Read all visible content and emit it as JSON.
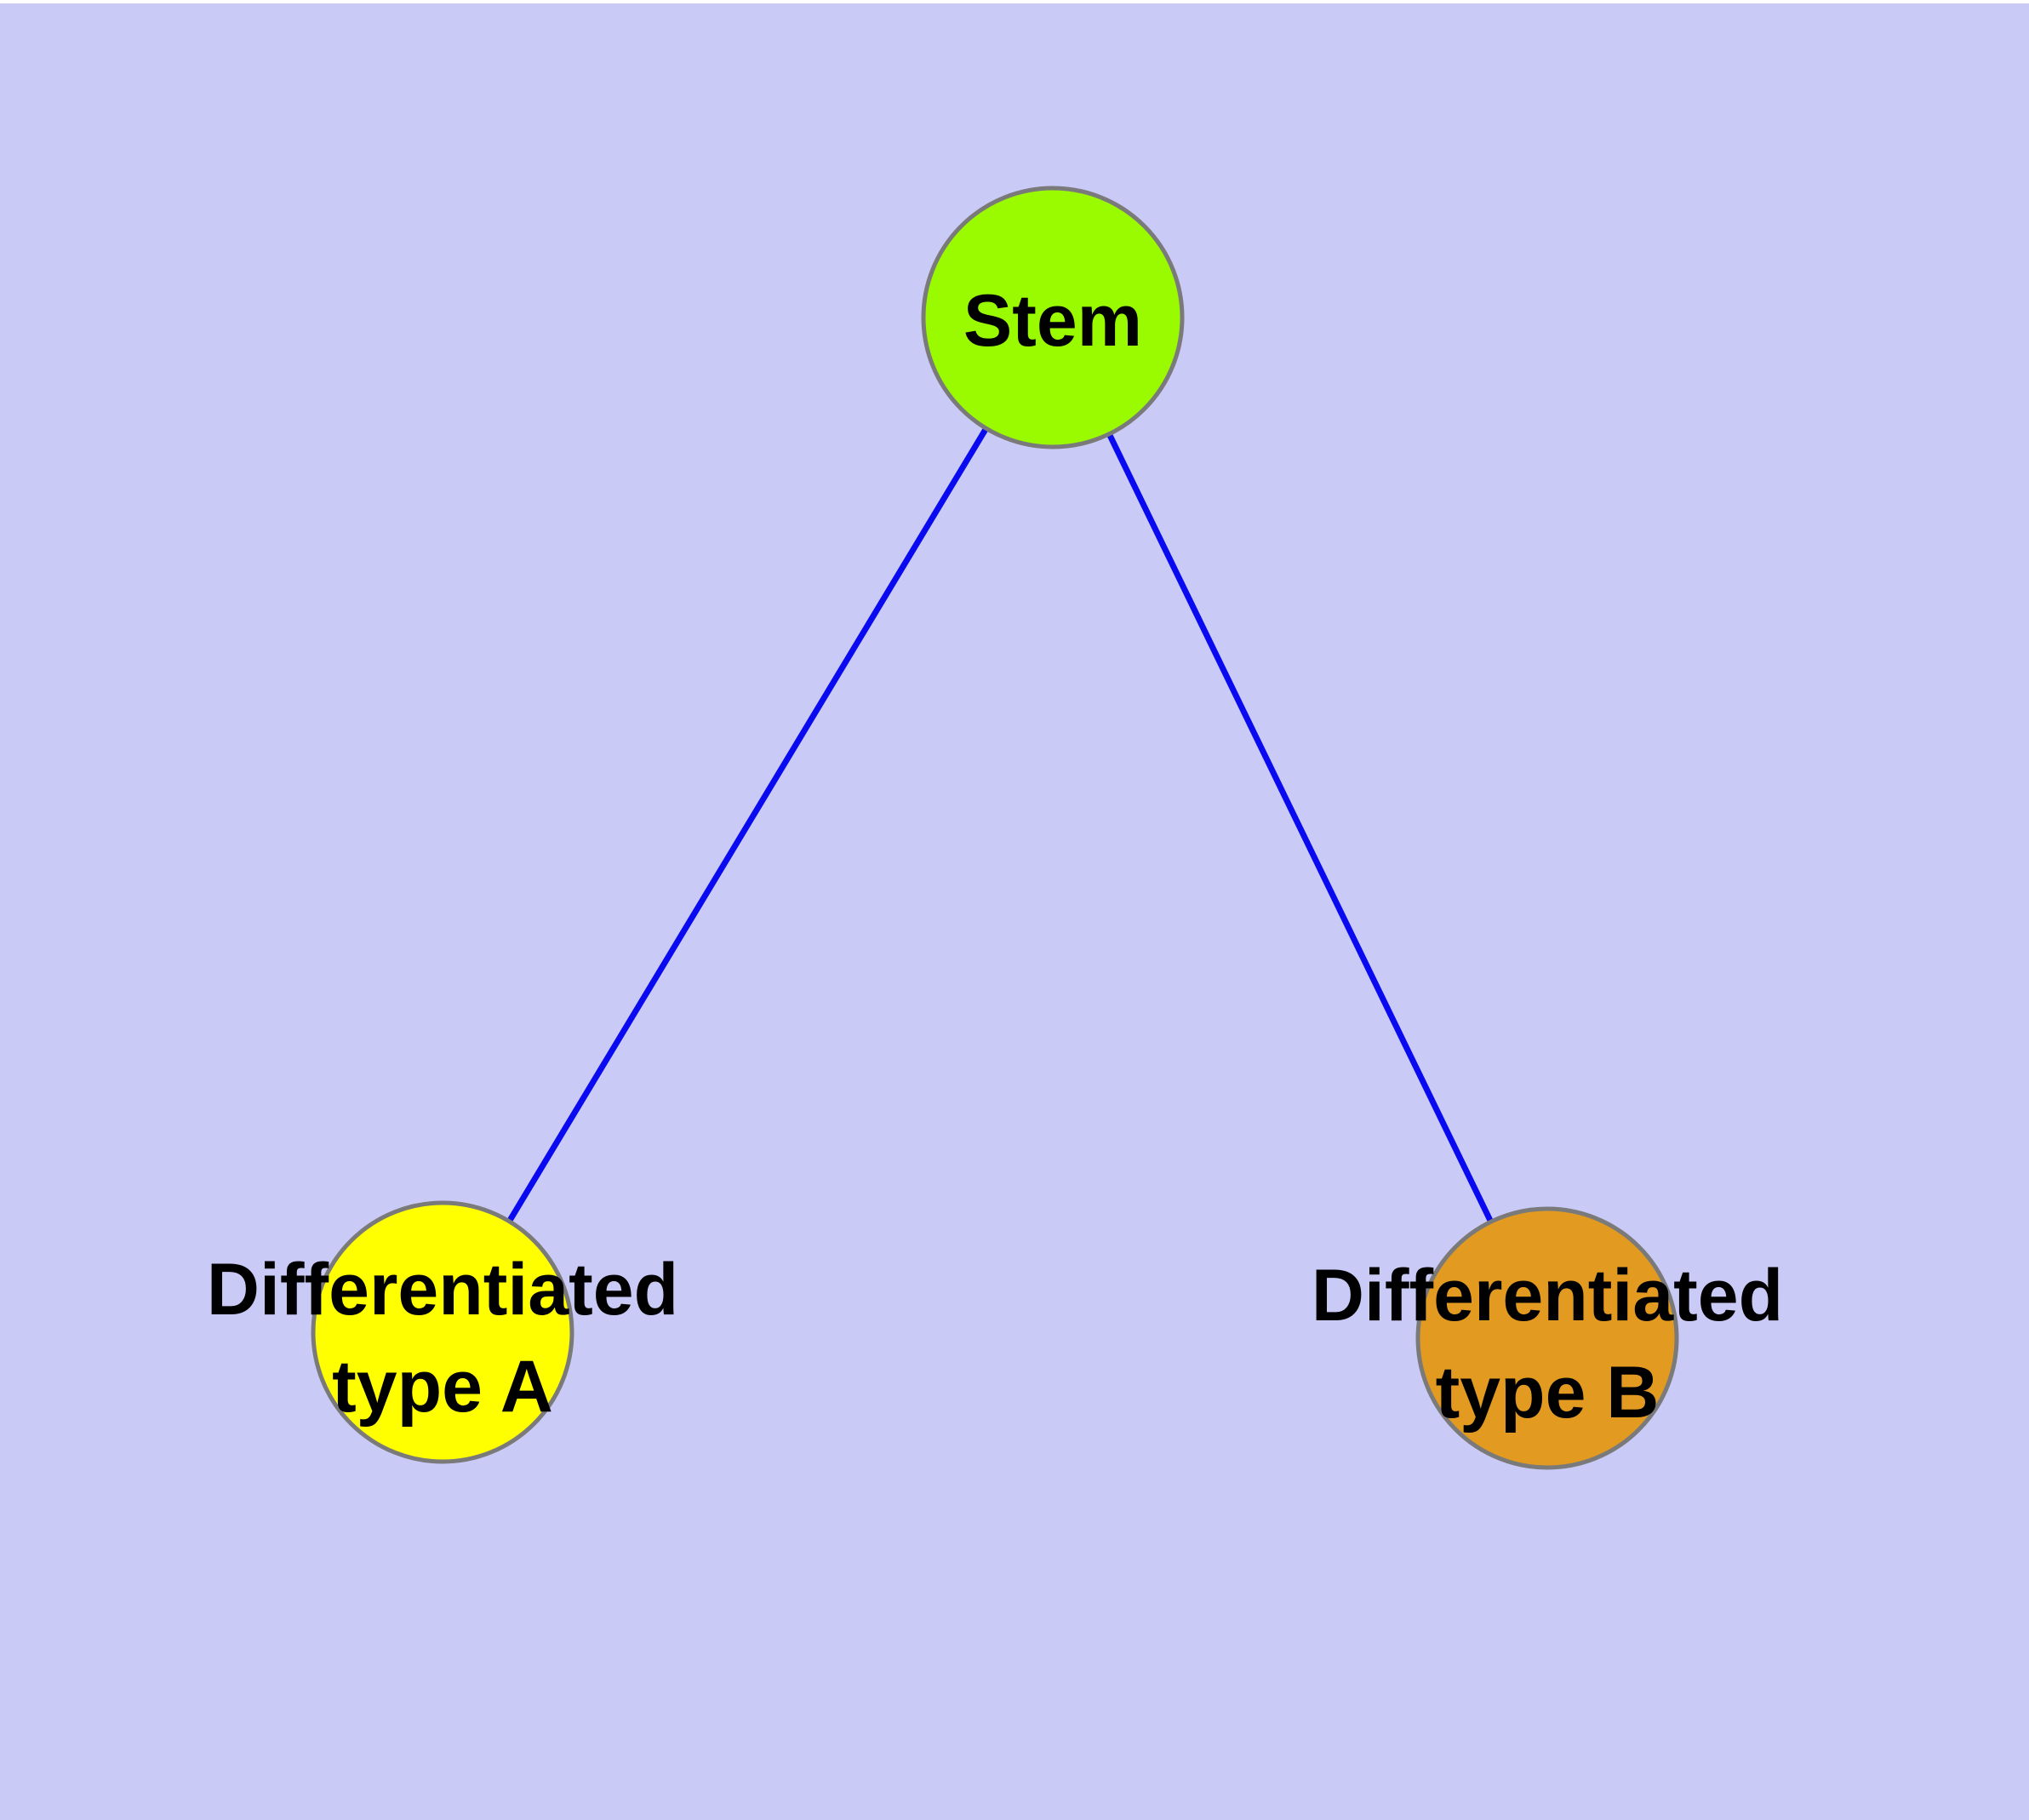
{
  "canvas": {
    "background_color": "#CACAF7",
    "top_strip_color": "#FFFFFF"
  },
  "edges": {
    "color": "#0A0AF0",
    "items": [
      {
        "from": "stem",
        "to": "differentiated-type-a"
      },
      {
        "from": "stem",
        "to": "differentiated-type-b"
      }
    ]
  },
  "nodes": {
    "border_color": "#7A7A7A",
    "label_color": "#000000",
    "stem": {
      "label": "Stem",
      "fill": "#9AFA00"
    },
    "type_a": {
      "label_line_1": "Differentiated",
      "label_line_2": "type A",
      "fill": "#FFFF00"
    },
    "type_b": {
      "label_line_1": "Differentiated",
      "label_line_2": "type B",
      "fill": "#E29A20"
    }
  }
}
